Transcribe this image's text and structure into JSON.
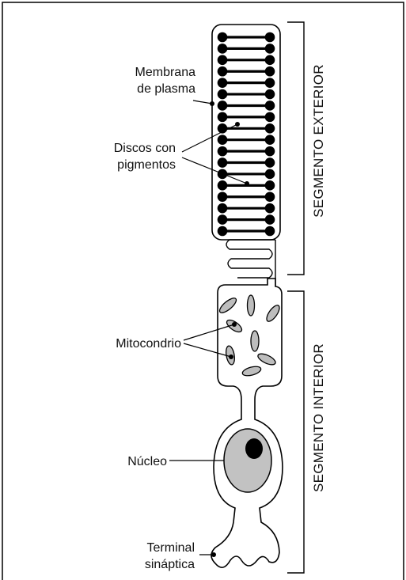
{
  "labels": {
    "membrana_line1": "Membrana",
    "membrana_line2": "de plasma",
    "discos_line1": "Discos con",
    "discos_line2": "pigmentos",
    "mitocondrio": "Mitocondrio",
    "nucleo": "Núcleo",
    "terminal_line1": "Terminal",
    "terminal_line2": "sináptica"
  },
  "segments": {
    "outer": "SEGMENTO EXTERIOR",
    "inner": "SEGMENTO INTERIOR"
  },
  "colors": {
    "stroke": "#000000",
    "organelle_fill": "#bdbdbd",
    "nucleus_fill": "#c2c2c2",
    "background": "#ffffff"
  },
  "disc_count": 18
}
